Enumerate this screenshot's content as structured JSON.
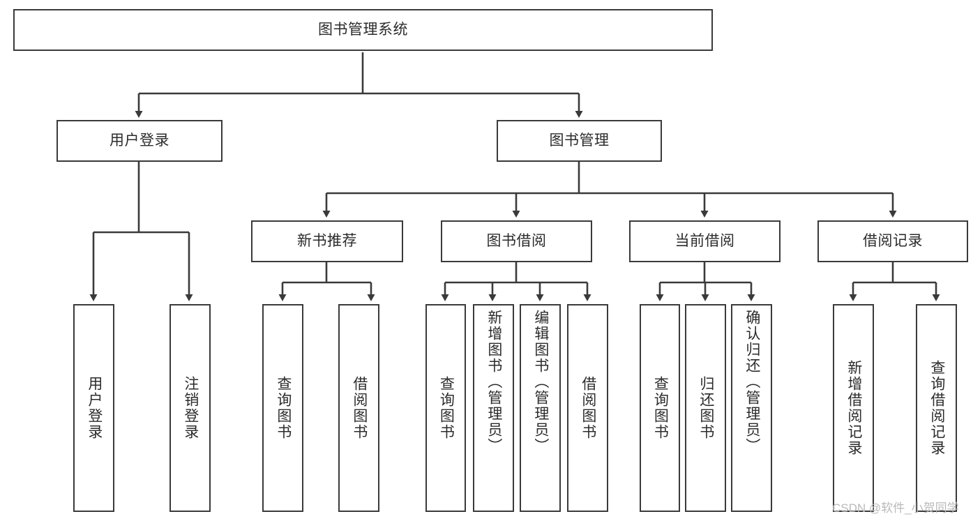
{
  "diagram": {
    "type": "tree-hierarchy-chart",
    "title": "图书管理系统",
    "root": {
      "id": "root",
      "label": "图书管理系统"
    },
    "level1": [
      {
        "id": "user-login",
        "label": "用户登录"
      },
      {
        "id": "book-manage",
        "label": "图书管理"
      }
    ],
    "level2": [
      {
        "id": "new-book-rec",
        "label": "新书推荐",
        "parent": "book-manage"
      },
      {
        "id": "book-borrow",
        "label": "图书借阅",
        "parent": "book-manage"
      },
      {
        "id": "current-borrow",
        "label": "当前借阅",
        "parent": "book-manage"
      },
      {
        "id": "borrow-record",
        "label": "借阅记录",
        "parent": "book-manage"
      }
    ],
    "leaves": {
      "user-login": [
        {
          "id": "leaf-user-login",
          "label": "用户登录"
        },
        {
          "id": "leaf-user-logout",
          "label": "注销登录"
        }
      ],
      "new-book-rec": [
        {
          "id": "leaf-query-book-1",
          "label": "查询图书"
        },
        {
          "id": "leaf-borrow-book-1",
          "label": "借阅图书"
        }
      ],
      "book-borrow": [
        {
          "id": "leaf-query-book-2",
          "label": "查询图书"
        },
        {
          "id": "leaf-add-book",
          "label": "新增图书（管理员）"
        },
        {
          "id": "leaf-edit-book",
          "label": "编辑图书（管理员）"
        },
        {
          "id": "leaf-borrow-book-2",
          "label": "借阅图书"
        }
      ],
      "current-borrow": [
        {
          "id": "leaf-query-book-3",
          "label": "查询图书"
        },
        {
          "id": "leaf-return-book",
          "label": "归还图书"
        },
        {
          "id": "leaf-confirm-return",
          "label": "确认归还（管理员）"
        }
      ],
      "borrow-record": [
        {
          "id": "leaf-add-record",
          "label": "新增借阅记录"
        },
        {
          "id": "leaf-query-record",
          "label": "查询借阅记录"
        }
      ]
    }
  },
  "watermark": {
    "text": "CSDN @软件_小贺同学"
  },
  "colors": {
    "stroke": "#3a3a3a",
    "text": "#2b2b2b",
    "background": "#ffffff",
    "watermark": "#b9b9b9"
  }
}
